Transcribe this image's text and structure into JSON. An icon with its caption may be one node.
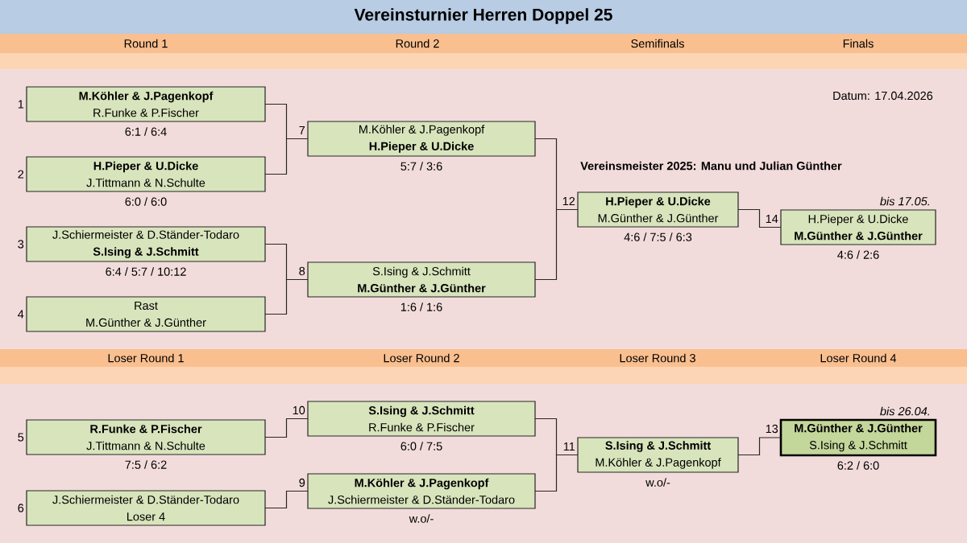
{
  "diagram": {
    "title": "Vereinsturnier Herren Doppel 25",
    "nodes": [
      {
        "text": [
          "**M.Köhler & J.Pagenkopf**",
          "R.Funke & P.Fischer"
        ],
        "beside": [
          "1",
          "6:1 / 6:4"
        ]
      },
      {
        "text": [
          "**H.Pieper & U.Dicke**",
          "J.Tittmann & N.Schulte"
        ],
        "beside": [
          "2",
          "6:0 / 6:0"
        ]
      },
      {
        "text": [
          "J.Schiermeister & D.Ständer-Todaro",
          "**S.Ising & J.Schmitt**"
        ],
        "beside": [
          "3",
          "6:4 / 5:7 / 10:12"
        ]
      },
      {
        "text": [
          "Rast",
          "M.Günther & J.Günther"
        ],
        "beside": [
          "4"
        ]
      },
      {
        "text": [
          "M.Köhler & J.Pagenkopf",
          "**H.Pieper & U.Dicke**"
        ],
        "beside": [
          "7",
          "5:7 / 3:6"
        ]
      },
      {
        "text": [
          "S.Ising & J.Schmitt",
          "**M.Günther & J.Günther**"
        ],
        "beside": [
          "8",
          "1:6 / 1:6"
        ]
      },
      {
        "text": [
          "**H.Pieper & U.Dicke**",
          "M.Günther & J.Günther"
        ],
        "beside": [
          "12",
          "4:6 / 7:5 / 6:3"
        ]
      },
      {
        "text": [
          "H.Pieper & U.Dicke",
          "**M.Günther & J.Günther**"
        ],
        "beside": [
          "bis 17.05.",
          "14",
          "4:6 / 2:6"
        ]
      },
      {
        "text": [
          "**R.Funke & P.Fischer**",
          "J.Tittmann & N.Schulte"
        ],
        "beside": [
          "5",
          "7:5 / 6:2"
        ]
      },
      {
        "text": [
          "J.Schiermeister & D.Ständer-Todaro",
          "Loser 4"
        ],
        "beside": [
          "6"
        ]
      },
      {
        "text": [
          "**S.Ising & J.Schmitt**",
          "R.Funke & P.Fischer"
        ],
        "beside": [
          "10",
          "6:0 / 7:5"
        ]
      },
      {
        "text": [
          "**M.Köhler & J.Pagenkopf**",
          "J.Schiermeister & D.Ständer-Todaro"
        ],
        "beside": [
          "9",
          "w.o/-"
        ]
      },
      {
        "text": [
          "**S.Ising & J.Schmitt**",
          "M.Köhler & J.Pagenkopf"
        ],
        "beside": [
          "11",
          "w.o/-"
        ]
      },
      {
        "text": [
          "**M.Günther & J.Günther**",
          "S.Ising & J.Schmitt"
        ],
        "beside": [
          "bis 26.04.",
          "13",
          "6:2 / 6:0"
        ]
      }
    ],
    "edges": [
      {
        "from": 0,
        "to": 4,
        "arrow": "none"
      },
      {
        "from": 1,
        "to": 4,
        "arrow": "none"
      },
      {
        "from": 2,
        "to": 5,
        "arrow": "none"
      },
      {
        "from": 3,
        "to": 5,
        "arrow": "none"
      },
      {
        "from": 4,
        "to": 6,
        "arrow": "none"
      },
      {
        "from": 5,
        "to": 6,
        "arrow": "none"
      },
      {
        "from": 6,
        "to": 7,
        "arrow": "none"
      },
      {
        "from": 8,
        "to": 10,
        "arrow": "none"
      },
      {
        "from": 9,
        "to": 11,
        "arrow": "none"
      },
      {
        "from": 10,
        "to": 12,
        "arrow": "none"
      },
      {
        "from": 11,
        "to": 12,
        "arrow": "none"
      },
      {
        "from": 12,
        "to": 13,
        "arrow": "none"
      }
    ],
    "labels": [
      "Round 1",
      "Round 2",
      "Semifinals",
      "Finals",
      "Datum: 17.04.2026",
      "Vereinsmeister 2025: Manu und Julian Günther",
      "Loser Round 1",
      "Loser Round 2",
      "Loser Round 3",
      "Loser Round 4"
    ]
  }
}
